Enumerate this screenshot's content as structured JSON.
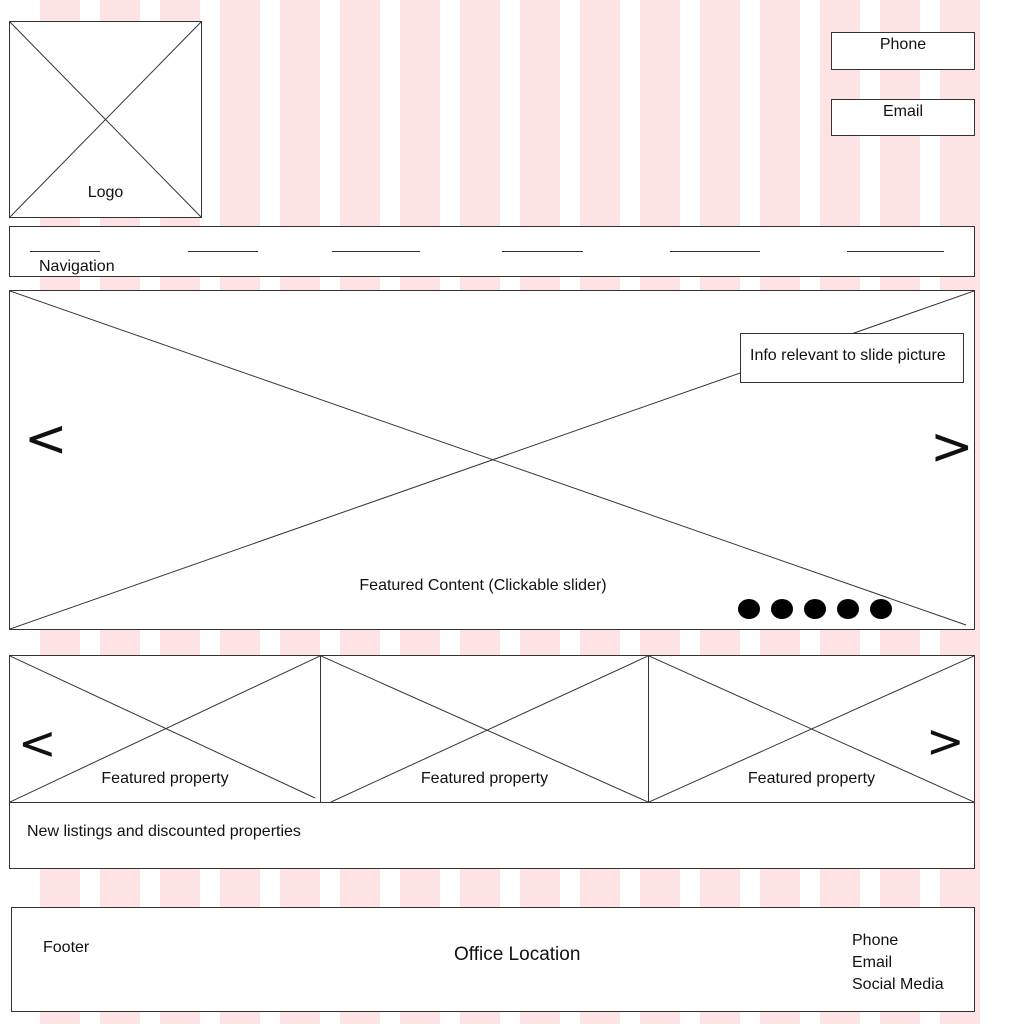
{
  "header": {
    "logo_label": "Logo",
    "phone_label": "Phone",
    "email_label": "Email"
  },
  "navigation": {
    "label": "Navigation",
    "item_count_placeholder": 6
  },
  "slider": {
    "caption": "Featured Content (Clickable slider)",
    "info": "Info relevant to slide picture",
    "prev_glyph": "<",
    "next_glyph": ">",
    "dot_count": 5
  },
  "featured": {
    "items": [
      {
        "label": "Featured property"
      },
      {
        "label": "Featured property"
      },
      {
        "label": "Featured property"
      }
    ],
    "prev_glyph": "<",
    "next_glyph": ">",
    "listings_label": "New listings and discounted properties"
  },
  "footer": {
    "label": "Footer",
    "office": "Office Location",
    "contacts": [
      "Phone",
      "Email",
      "Social Media"
    ]
  },
  "colors": {
    "grid_stripe": "#fde3e3",
    "border": "#333333"
  }
}
